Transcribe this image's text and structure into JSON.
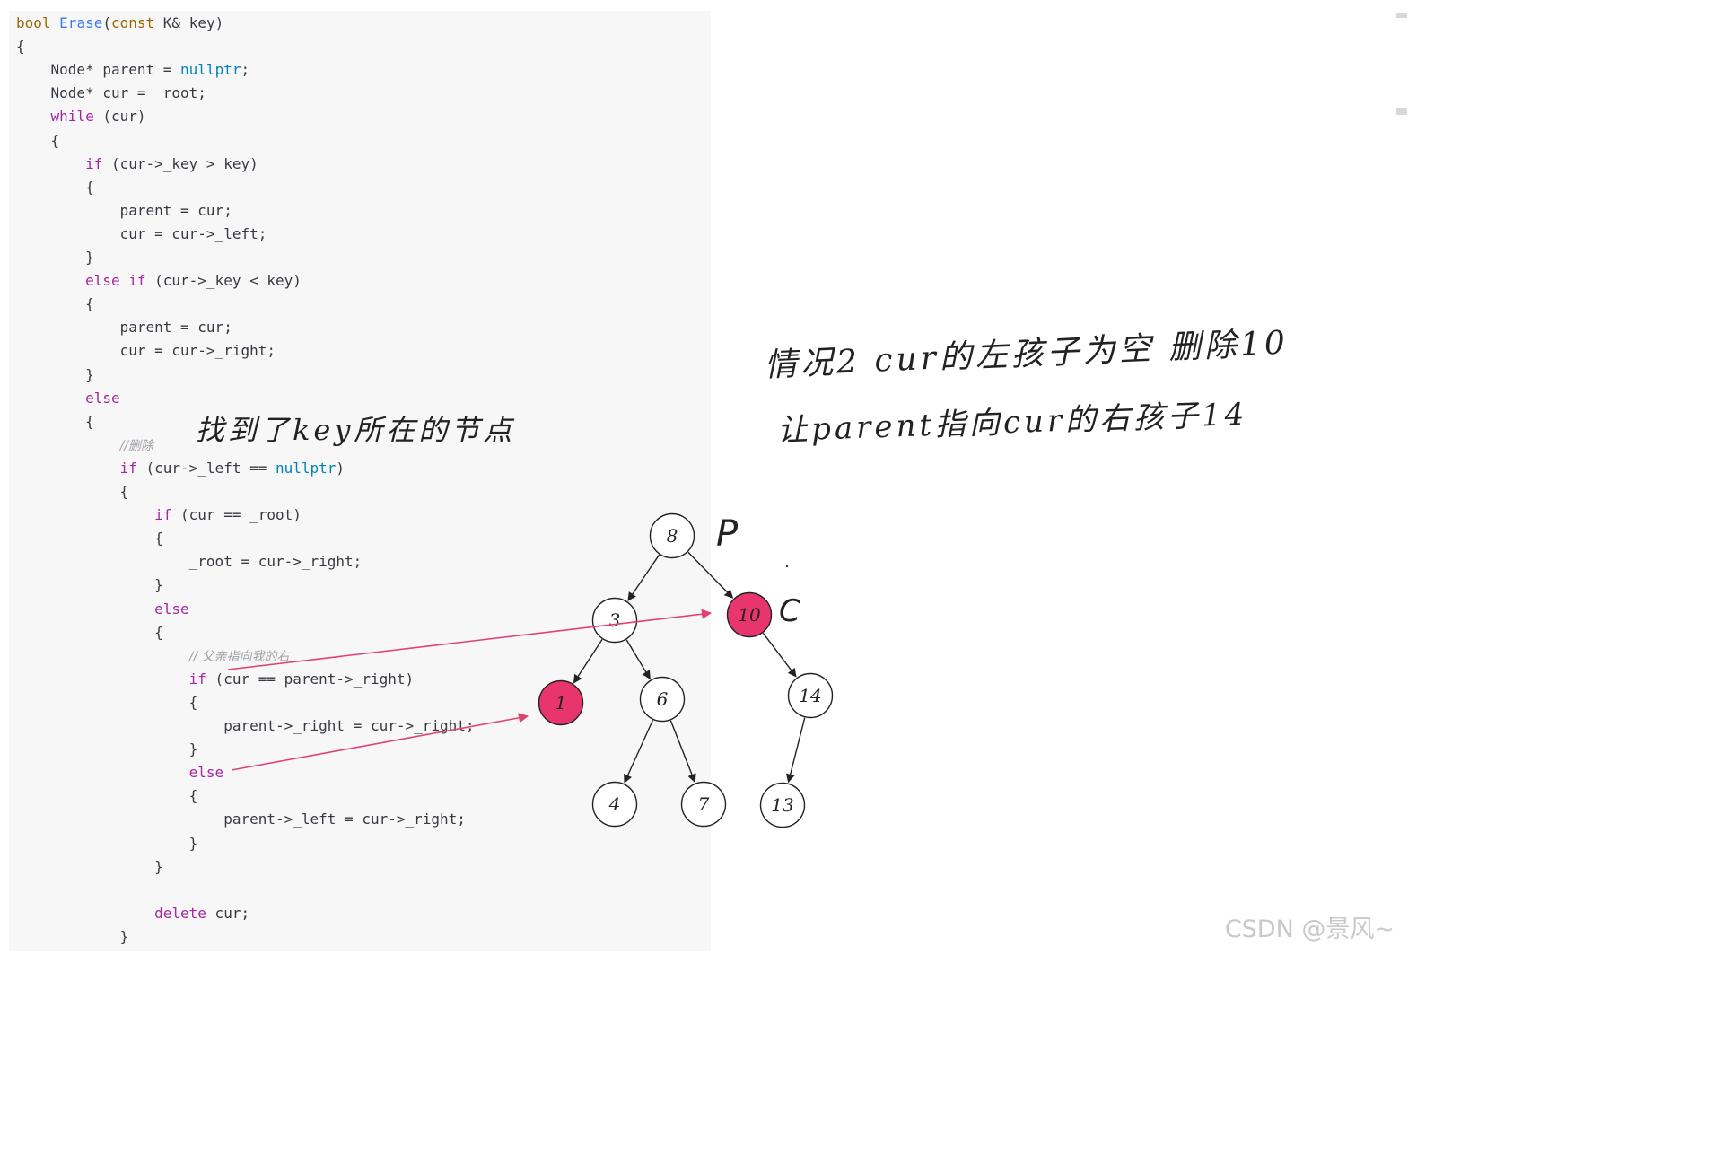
{
  "code": {
    "lines": [
      [
        {
          "t": "bool",
          "c": "ty"
        },
        {
          "t": " "
        },
        {
          "t": "Erase",
          "c": "fn"
        },
        {
          "t": "("
        },
        {
          "t": "const",
          "c": "ty"
        },
        {
          "t": " K& key)"
        }
      ],
      [
        {
          "t": "{"
        }
      ],
      [
        {
          "t": "    Node* parent = "
        },
        {
          "t": "nullptr",
          "c": "lit"
        },
        {
          "t": ";"
        }
      ],
      [
        {
          "t": "    Node* cur = _root;"
        }
      ],
      [
        {
          "t": "    "
        },
        {
          "t": "while",
          "c": "kw"
        },
        {
          "t": " (cur)"
        }
      ],
      [
        {
          "t": "    {"
        }
      ],
      [
        {
          "t": "        "
        },
        {
          "t": "if",
          "c": "kw"
        },
        {
          "t": " (cur->_key > key)"
        }
      ],
      [
        {
          "t": "        {"
        }
      ],
      [
        {
          "t": "            parent = cur;"
        }
      ],
      [
        {
          "t": "            cur = cur->_left;"
        }
      ],
      [
        {
          "t": "        }"
        }
      ],
      [
        {
          "t": "        "
        },
        {
          "t": "else if",
          "c": "kw"
        },
        {
          "t": " (cur->_key < key)"
        }
      ],
      [
        {
          "t": "        {"
        }
      ],
      [
        {
          "t": "            parent = cur;"
        }
      ],
      [
        {
          "t": "            cur = cur->_right;"
        }
      ],
      [
        {
          "t": "        }"
        }
      ],
      [
        {
          "t": "        "
        },
        {
          "t": "else",
          "c": "kw"
        }
      ],
      [
        {
          "t": "        {"
        }
      ],
      [
        {
          "t": "            "
        },
        {
          "t": "//删除",
          "c": "cm cm-zh"
        }
      ],
      [
        {
          "t": "            "
        },
        {
          "t": "if",
          "c": "kw"
        },
        {
          "t": " (cur->_left == "
        },
        {
          "t": "nullptr",
          "c": "lit"
        },
        {
          "t": ")"
        }
      ],
      [
        {
          "t": "            {"
        }
      ],
      [
        {
          "t": "                "
        },
        {
          "t": "if",
          "c": "kw"
        },
        {
          "t": " (cur == _root)"
        }
      ],
      [
        {
          "t": "                {"
        }
      ],
      [
        {
          "t": "                    _root = cur->_right;"
        }
      ],
      [
        {
          "t": "                }"
        }
      ],
      [
        {
          "t": "                "
        },
        {
          "t": "else",
          "c": "kw"
        }
      ],
      [
        {
          "t": "                {"
        }
      ],
      [
        {
          "t": "                    "
        },
        {
          "t": "// 父亲指向我的右",
          "c": "cm cm-zh"
        }
      ],
      [
        {
          "t": "                    "
        },
        {
          "t": "if",
          "c": "kw"
        },
        {
          "t": " (cur == parent->_right)"
        }
      ],
      [
        {
          "t": "                    {"
        }
      ],
      [
        {
          "t": "                        parent->_right = cur->_right;"
        }
      ],
      [
        {
          "t": "                    }"
        }
      ],
      [
        {
          "t": "                    "
        },
        {
          "t": "else",
          "c": "kw"
        }
      ],
      [
        {
          "t": "                    {"
        }
      ],
      [
        {
          "t": "                        parent->_left = cur->_right;"
        }
      ],
      [
        {
          "t": "                    }"
        }
      ],
      [
        {
          "t": "                }"
        }
      ],
      [
        {
          "t": ""
        }
      ],
      [
        {
          "t": "                "
        },
        {
          "t": "delete",
          "c": "kw"
        },
        {
          "t": " cur;"
        }
      ],
      [
        {
          "t": "            }"
        }
      ]
    ]
  },
  "annotations": {
    "found_node_note": "找到了key所在的节点",
    "case_line1": "情况2 cur的左孩子为空 删除10",
    "case_line2": "让parent指向cur的右孩子14",
    "label_p": "P",
    "label_c": "C"
  },
  "tree": {
    "nodes": [
      {
        "id": "n8",
        "label": "8",
        "highlight": false
      },
      {
        "id": "n3",
        "label": "3",
        "highlight": false
      },
      {
        "id": "n10",
        "label": "10",
        "highlight": true
      },
      {
        "id": "n1",
        "label": "1",
        "highlight": true
      },
      {
        "id": "n6",
        "label": "6",
        "highlight": false
      },
      {
        "id": "n14",
        "label": "14",
        "highlight": false
      },
      {
        "id": "n4",
        "label": "4",
        "highlight": false
      },
      {
        "id": "n7",
        "label": "7",
        "highlight": false
      },
      {
        "id": "n13",
        "label": "13",
        "highlight": false
      }
    ],
    "edges": [
      [
        "n8",
        "n3"
      ],
      [
        "n8",
        "n10"
      ],
      [
        "n3",
        "n1"
      ],
      [
        "n3",
        "n6"
      ],
      [
        "n10",
        "n14"
      ],
      [
        "n6",
        "n4"
      ],
      [
        "n6",
        "n7"
      ],
      [
        "n14",
        "n13"
      ]
    ]
  },
  "colors": {
    "highlight_fill": "#e8356e",
    "arrow": "#e0426f",
    "node_stroke": "#222222"
  },
  "watermark": "CSDN @景风~"
}
